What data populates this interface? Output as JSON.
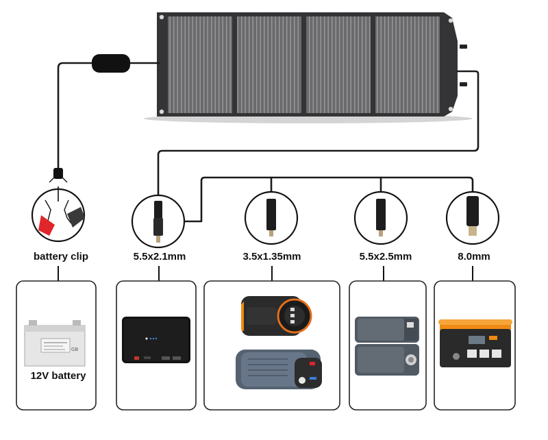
{
  "labels": {
    "battery_clip": "battery clip",
    "connector_1": "5.5x2.1mm",
    "connector_2": "3.5x1.35mm",
    "connector_3": "5.5x2.5mm",
    "connector_4": "8.0mm",
    "battery": "12V battery"
  },
  "battery_product": {
    "brand": "GB"
  },
  "colors": {
    "panel": "#3a3a3c",
    "cell": "#6d6d70",
    "cable": "#1a1a1a",
    "clip_red": "#e0262b",
    "orange": "#f08a14"
  }
}
